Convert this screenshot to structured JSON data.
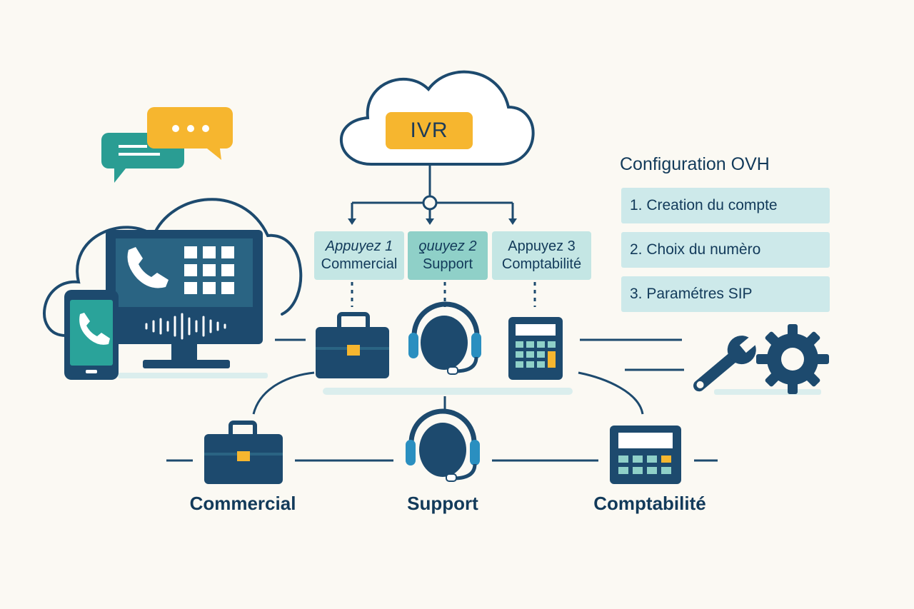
{
  "ivr": {
    "label": "IVR"
  },
  "options": [
    {
      "line1": "Appuyez 1",
      "line2": "Commercial"
    },
    {
      "line1": "ƍuuyez 2",
      "line2": "Support"
    },
    {
      "line1": "Appuyez 3",
      "line2": "Comptabilité"
    }
  ],
  "config": {
    "title": "Configuration OVH",
    "steps": [
      "1. Creation du compte",
      "2. Choix du numèro",
      "3. Paramétres SIP"
    ]
  },
  "departments": [
    "Commercial",
    "Support",
    "Comptabilité"
  ],
  "icons": [
    "chat-bubbles-icon",
    "cloud-icon",
    "desktop-phone-icon",
    "smartphone-icon",
    "briefcase-icon",
    "headset-icon",
    "calculator-icon",
    "wrench-gear-icon"
  ],
  "colors": {
    "navy": "#1d4a6e",
    "teal": "#2aa39a",
    "orange": "#f6b62f",
    "background": "#fbf9f3"
  }
}
